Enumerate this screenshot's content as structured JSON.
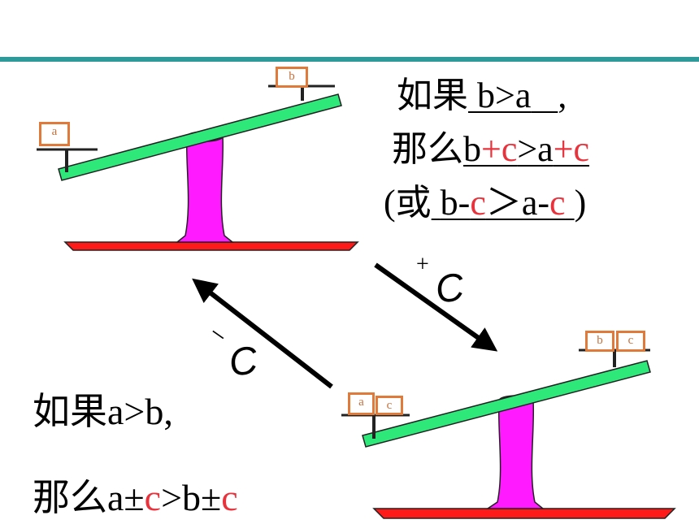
{
  "colors": {
    "beam": "#2ee87a",
    "pillar": "#ff1aff",
    "base": "#ff1a1a",
    "accent_line": "#2e9a9a",
    "highlight": "#e8323c"
  },
  "scale_top": {
    "left_label": "a",
    "right_label": "b"
  },
  "scale_bottom": {
    "left_labels": [
      "a",
      "c"
    ],
    "right_labels": [
      "b",
      "c"
    ]
  },
  "text_right": {
    "line1": {
      "prefix": "如果",
      "expr": "b>a",
      "suffix": ","
    },
    "line2": {
      "prefix": "那么",
      "p1": "b",
      "p2": "+c",
      "p3": ">a",
      "p4": "+c"
    },
    "line3": {
      "open": "(或",
      "p1": "b-",
      "p2": "c",
      "p3": "＞a-",
      "p4": "c",
      "close": ")"
    }
  },
  "text_left": {
    "line1": "如果a>b,",
    "line2": {
      "p1": "那么a±",
      "p2": "c",
      "p3": ">b±",
      "p4": "c"
    }
  },
  "arrows": {
    "down_label_sign": "+",
    "down_label_var": "C",
    "up_label_sign": "−",
    "up_label_var": "C"
  }
}
